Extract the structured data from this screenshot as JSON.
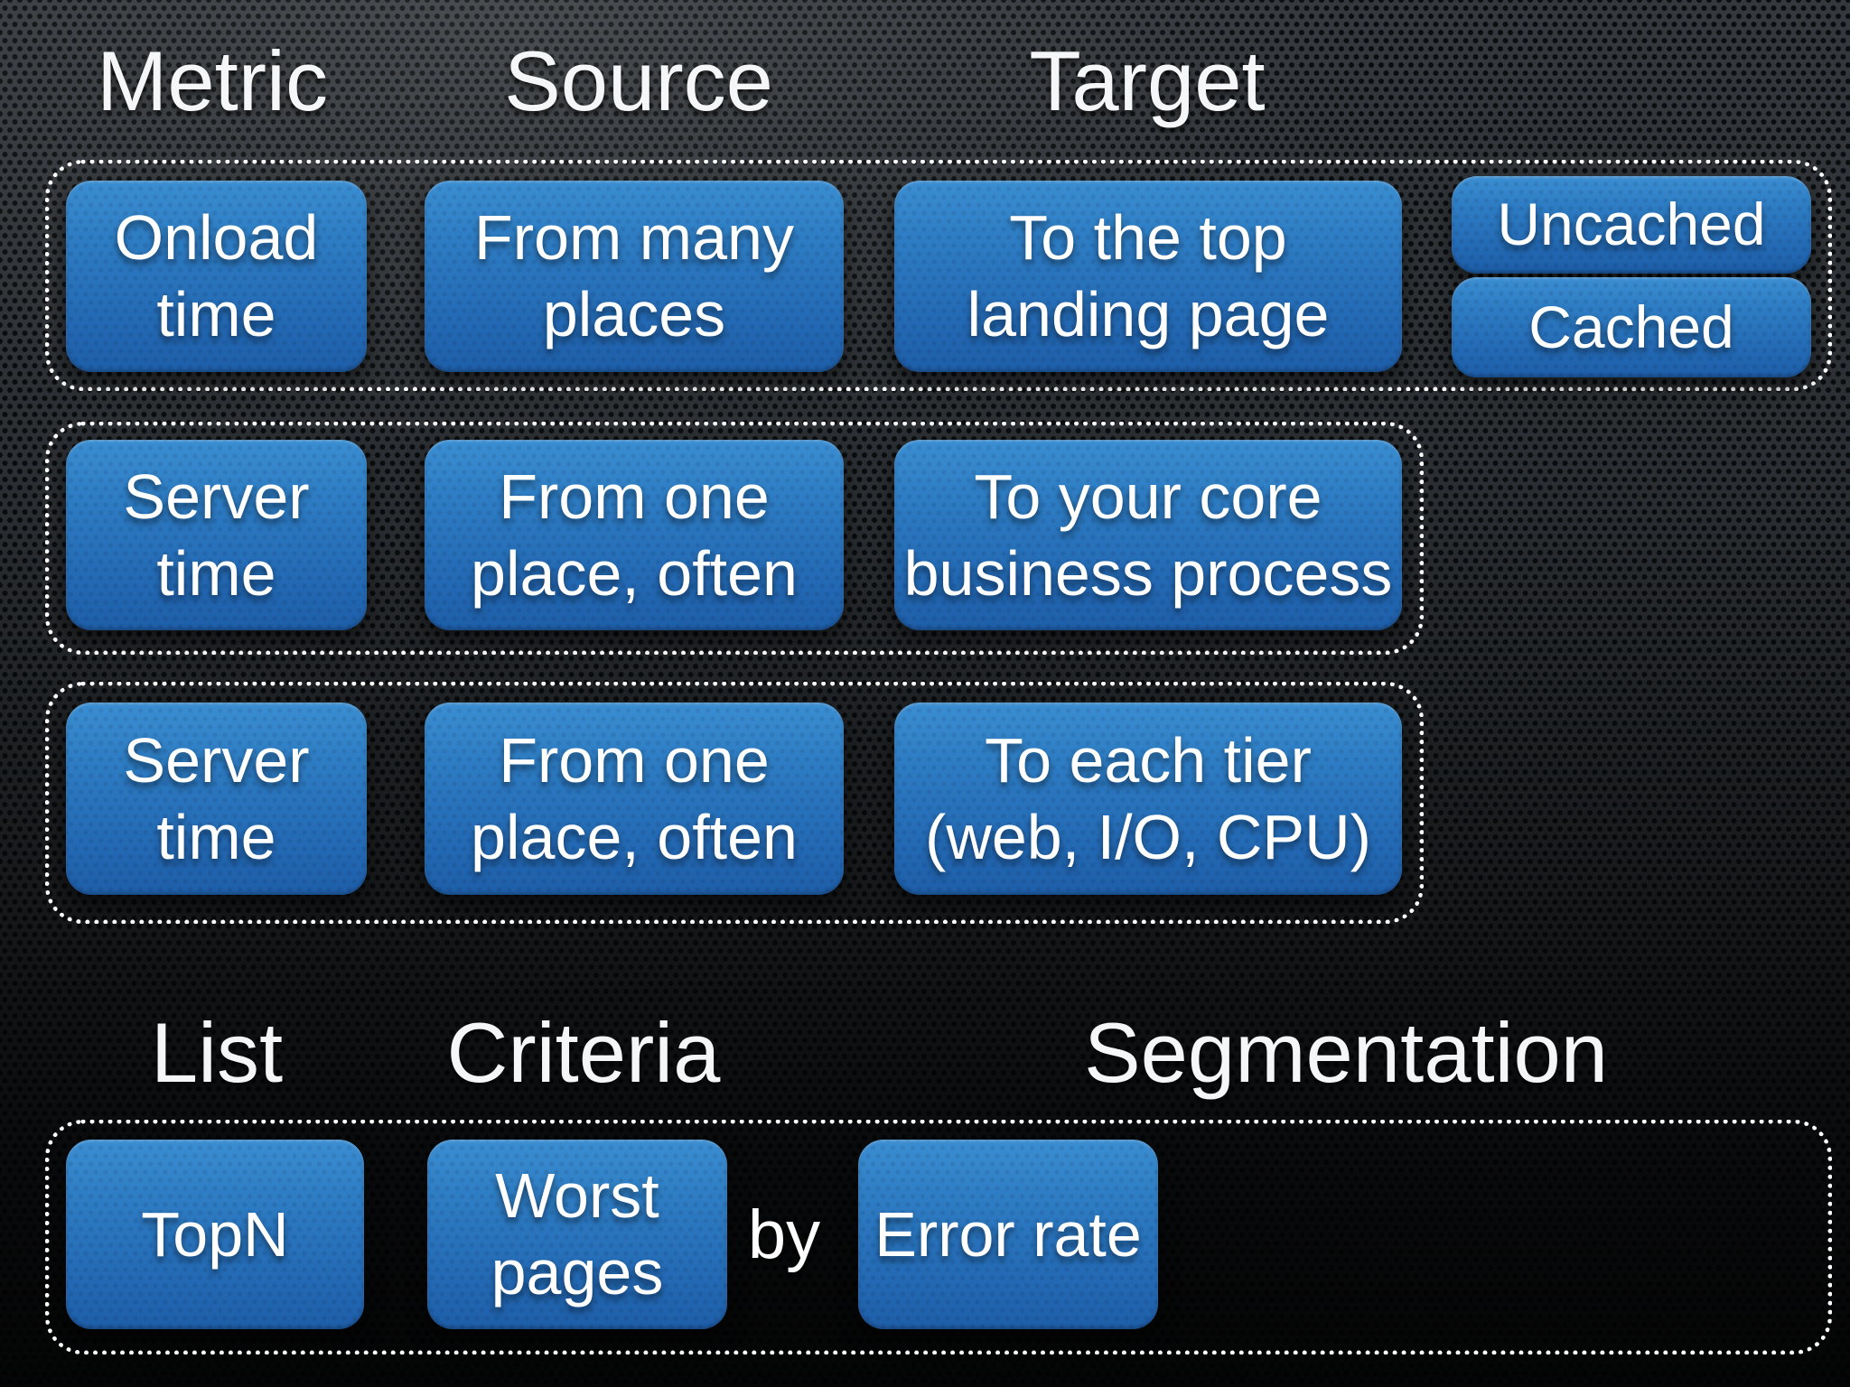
{
  "slide": {
    "top_section": {
      "headers": [
        {
          "label": "Metric"
        },
        {
          "label": "Source"
        },
        {
          "label": "Target"
        }
      ],
      "rows": [
        {
          "cells": [
            {
              "text": "Onload\ntime"
            },
            {
              "text": "From many\nplaces"
            },
            {
              "text": "To the top\nlanding page"
            }
          ],
          "side_cells": [
            {
              "text": "Uncached"
            },
            {
              "text": "Cached"
            }
          ]
        },
        {
          "cells": [
            {
              "text": "Server\ntime"
            },
            {
              "text": "From one\nplace, often"
            },
            {
              "text": "To your core\nbusiness process"
            }
          ]
        },
        {
          "cells": [
            {
              "text": "Server\ntime"
            },
            {
              "text": "From one\nplace, often"
            },
            {
              "text": "To each tier\n(web, I/O, CPU)"
            }
          ]
        }
      ]
    },
    "bottom_section": {
      "headers": [
        {
          "label": "List"
        },
        {
          "label": "Criteria"
        },
        {
          "label": "Segmentation"
        }
      ],
      "row": {
        "list_cell": {
          "text": "TopN"
        },
        "criteria_cell": {
          "text": "Worst\npages"
        },
        "connector_label": "by",
        "segmentation_cell": {
          "text": "Error rate"
        }
      }
    },
    "colors": {
      "box_blue_top": "#3b8ed2",
      "box_blue_bottom": "#1e5ea8",
      "background_top": "#35393d",
      "background_bottom": "#181b1e",
      "dotted_border": "#ffffff",
      "text": "#ffffff"
    }
  }
}
